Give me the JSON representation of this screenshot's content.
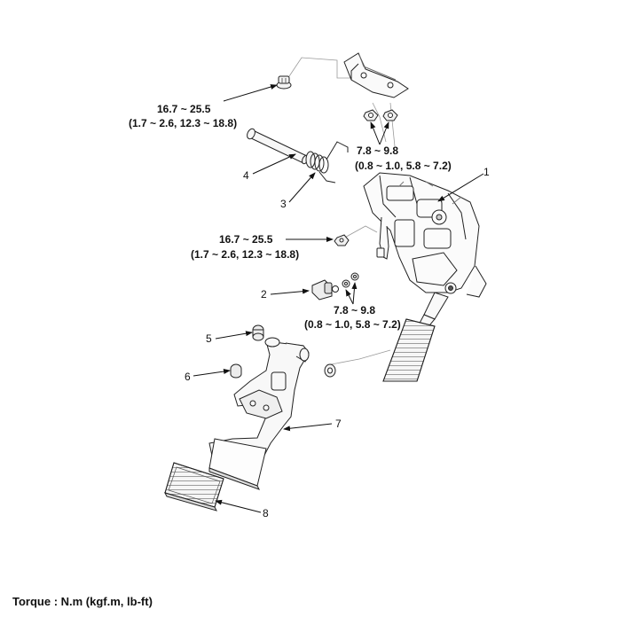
{
  "legend": "Torque : N.m (kgf.m, lb-ft)",
  "callouts": {
    "c1": "1",
    "c2": "2",
    "c3": "3",
    "c4": "4",
    "c5": "5",
    "c6": "6",
    "c7": "7",
    "c8": "8"
  },
  "torques": {
    "t1_main": "16.7 ~ 25.5",
    "t1_sub": "(1.7 ~ 2.6, 12.3 ~ 18.8)",
    "t2_main": "7.8 ~ 9.8",
    "t2_sub": "(0.8 ~ 1.0, 5.8 ~ 7.2)",
    "t3_main": "16.7 ~ 25.5",
    "t3_sub": "(1.7 ~ 2.6, 12.3 ~ 18.8)",
    "t4_main": "7.8 ~ 9.8",
    "t4_sub": "(0.8 ~ 1.0, 5.8 ~ 7.2)"
  }
}
